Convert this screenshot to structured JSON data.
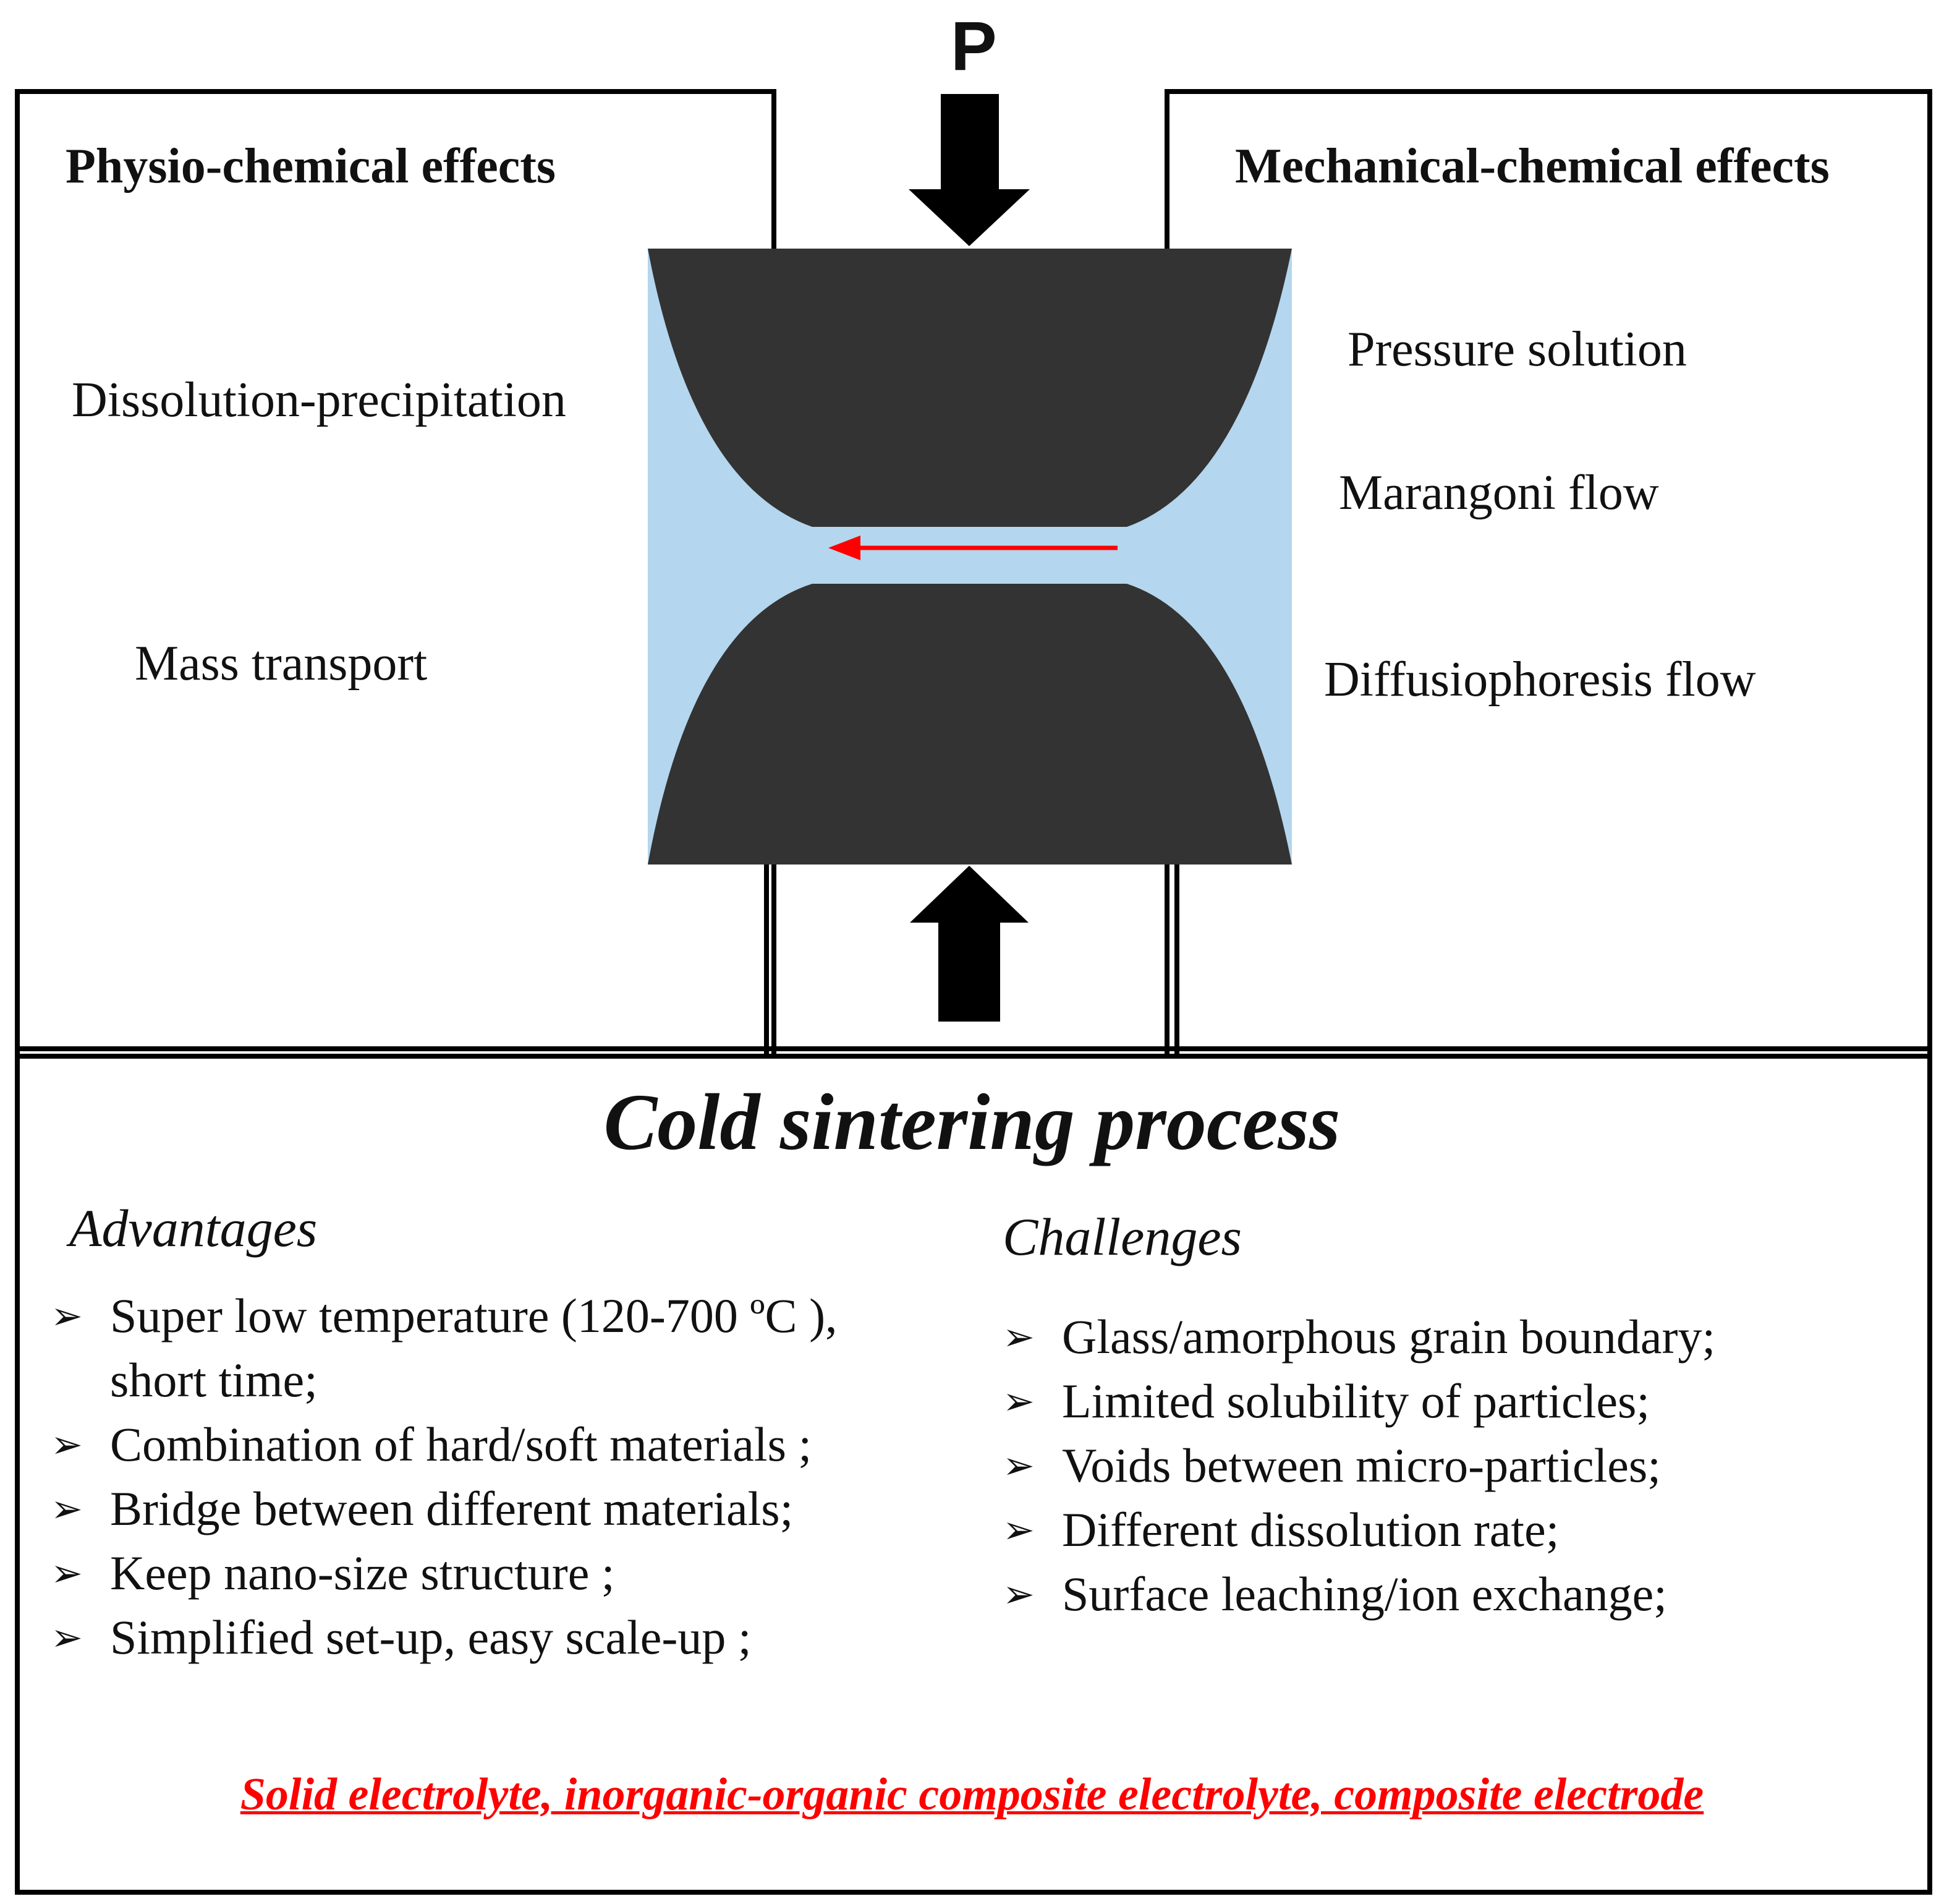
{
  "pressure_label": "P",
  "left_panel": {
    "heading": "Physio-chemical effects",
    "effects": [
      "Dissolution-precipitation",
      "Mass transport"
    ]
  },
  "right_panel": {
    "heading": "Mechanical-chemical effects",
    "effects": [
      "Pressure solution",
      "Marangoni flow",
      "Diffusiophoresis flow"
    ]
  },
  "colors": {
    "particle": "#333333",
    "liquid": "#b4d6ee",
    "flow_arrow": "#ff0000",
    "footer_text": "#ff0000"
  },
  "process": {
    "title": "Cold sintering process",
    "advantages_heading": "Advantages",
    "advantages": [
      "Super low temperature (120-700 ºC ),",
      "short time;",
      "Combination of hard/soft materials ;",
      "Bridge between different materials;",
      "Keep nano-size structure ;",
      "Simplified set-up, easy scale-up ;"
    ],
    "challenges_heading": "Challenges",
    "challenges": [
      "Glass/amorphous grain boundary;",
      "Limited solubility of particles;",
      "Voids between micro-particles;",
      "Different dissolution rate;",
      "Surface leaching/ion exchange;"
    ],
    "bullet_icon": "arrowhead-bullet-icon",
    "applications": "Solid electrolyte, inorganic-organic composite electrolyte, composite electrode"
  }
}
